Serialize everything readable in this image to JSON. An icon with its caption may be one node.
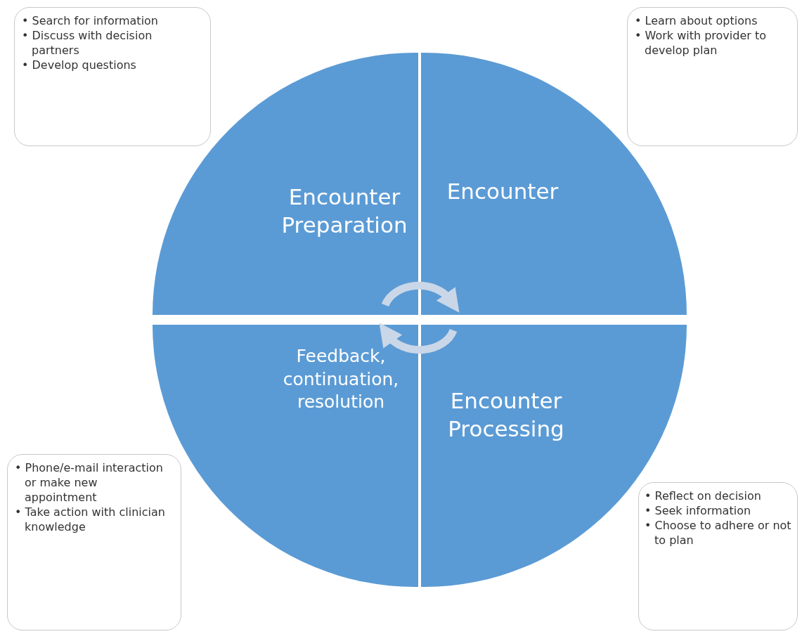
{
  "diagram": {
    "nodes": [
      {
        "text": [
          "• Search for information",
          "• Discuss with decision partners",
          "• Develop questions"
        ]
      },
      {
        "text": [
          "• Learn about options",
          "• Work with provider to develop plan"
        ]
      },
      {
        "text": [
          "Encounter Preparation"
        ]
      },
      {
        "text": [
          "Encounter"
        ]
      },
      {
        "text": [
          "Feedback, continuation, resolution"
        ]
      },
      {
        "text": [
          "Encounter Processing"
        ]
      },
      {
        "text": [
          "• Phone/e-mail interaction or make new appointment",
          "• Take action with clinician knowledge"
        ]
      },
      {
        "text": [
          "• Reflect on decision",
          "• Seek information",
          "• Choose to adhere or not to plan"
        ]
      }
    ],
    "edges": [
      {
        "from": 2,
        "to": 3,
        "arrow": "to"
      },
      {
        "from": 5,
        "to": 4,
        "arrow": "to"
      }
    ]
  }
}
